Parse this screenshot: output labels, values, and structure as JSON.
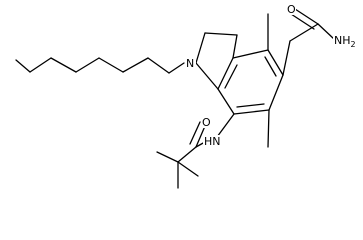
{
  "atoms": {
    "ring_nitrogen": "N",
    "amide_carbonyl_oxygen": "O",
    "amide_nitrogen_main": "NH",
    "amide_nitrogen_subscript": "2",
    "anilide_nh": "HN",
    "pivaloyl_oxygen": "O"
  }
}
